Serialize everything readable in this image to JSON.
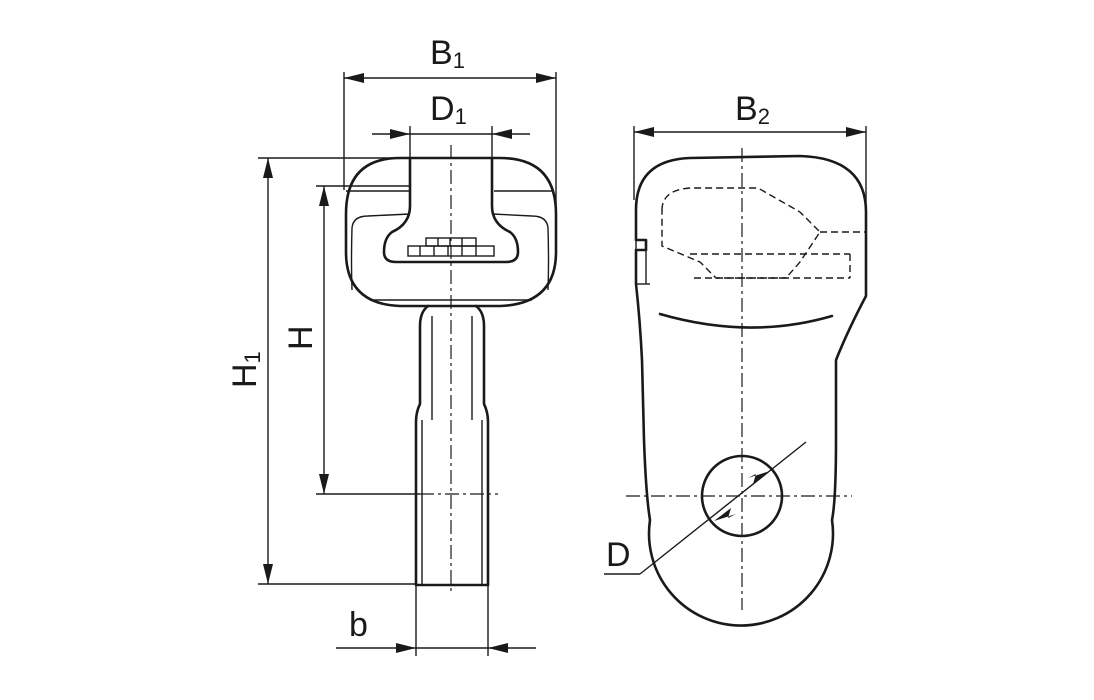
{
  "dimensions": {
    "B1": {
      "main": "B",
      "sub": "1"
    },
    "D1": {
      "main": "D",
      "sub": "1"
    },
    "B2": {
      "main": "B",
      "sub": "2"
    },
    "H1": {
      "main": "H",
      "sub": "1"
    },
    "H": {
      "main": "H"
    },
    "b": {
      "main": "b"
    },
    "D": {
      "main": "D"
    }
  },
  "colors": {
    "line": "#1a1a1a",
    "background": "#ffffff"
  }
}
